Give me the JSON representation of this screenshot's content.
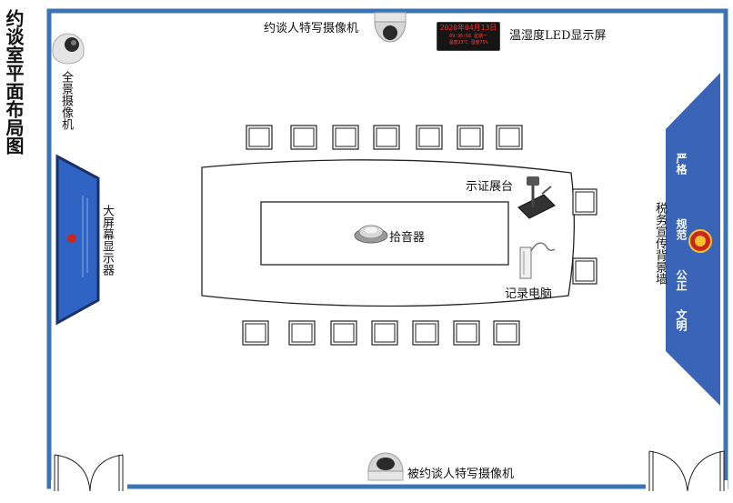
{
  "title": "约谈室平面布局图",
  "labels": {
    "panorama_camera": "全景摄像机",
    "interviewer_camera": "约谈人特写摄像机",
    "led_display": "温湿度LED显示屏",
    "large_screen": "大屏幕显示器",
    "document_camera": "示证展台",
    "microphone": "拾音器",
    "record_computer": "记录电脑",
    "background_wall": "税务宣传背景墙",
    "interviewee_camera": "被约谈人特写摄像机"
  },
  "led": {
    "line1": "2020年04月13日",
    "line2": "09:36:58 星期一",
    "line3": "温度23℃ 湿度75%"
  },
  "wall_slogan": [
    "严格",
    "规范",
    "公正",
    "文明"
  ],
  "colors": {
    "wall": "#3a74b4",
    "panel": "#3a64b8",
    "screen": "#2f63c4",
    "led_text": "#ff2a2a"
  }
}
